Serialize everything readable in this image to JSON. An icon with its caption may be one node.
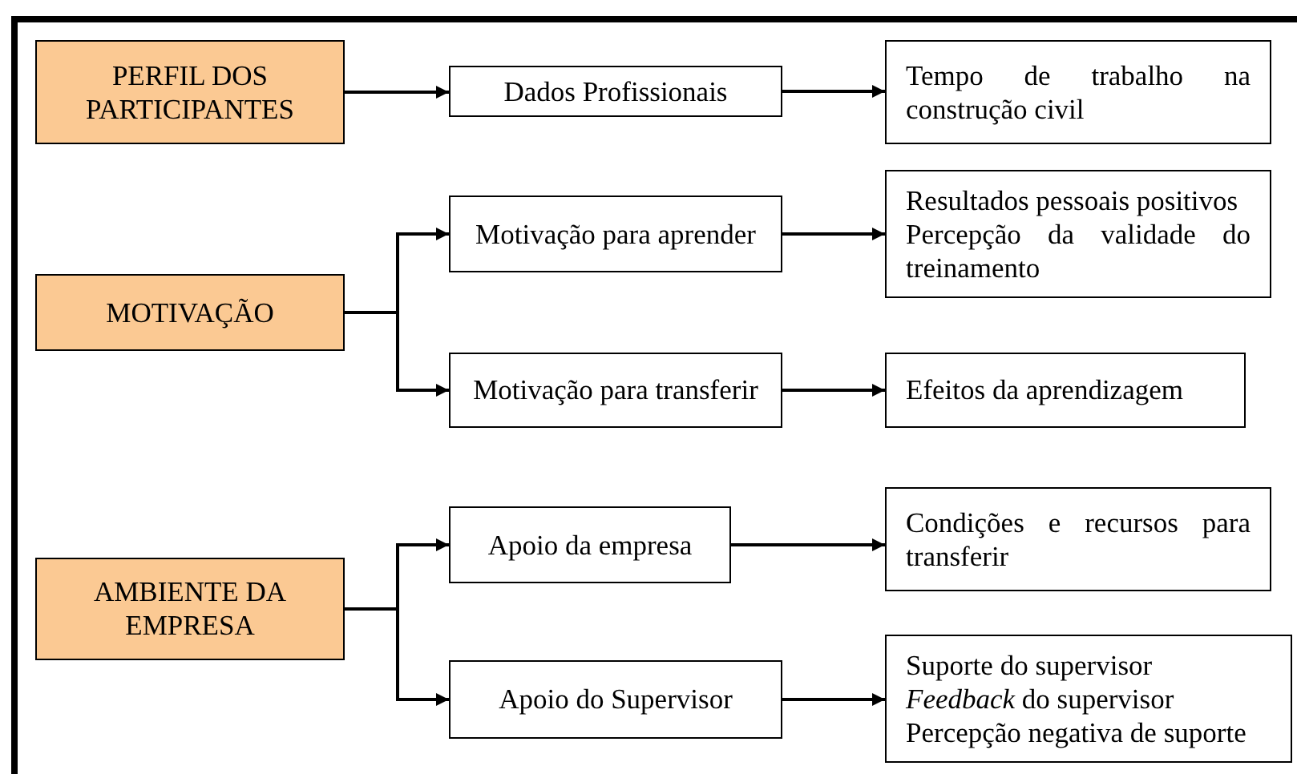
{
  "diagram": {
    "nodes": [
      {
        "text": [
          "PERFIL DOS PARTICIPANTES"
        ]
      },
      {
        "text": [
          "Dados Profissionais"
        ]
      },
      {
        "text": [
          "Tempo de trabalho na construção civil"
        ]
      },
      {
        "text": [
          "MOTIVAÇÃO"
        ]
      },
      {
        "text": [
          "Motivação para aprender"
        ]
      },
      {
        "text": [
          "Resultados pessoais positivos",
          "Percepção da validade do treinamento"
        ]
      },
      {
        "text": [
          "Motivação para transferir"
        ]
      },
      {
        "text": [
          "Efeitos da aprendizagem"
        ]
      },
      {
        "text": [
          "AMBIENTE DA EMPRESA"
        ]
      },
      {
        "text": [
          "Apoio da empresa"
        ]
      },
      {
        "text": [
          "Condições e recursos para transferir"
        ]
      },
      {
        "text": [
          "Apoio do Supervisor"
        ]
      },
      {
        "text": [
          "Suporte do supervisor",
          "*Feedback* do supervisor",
          "Percepção negativa de suporte"
        ]
      }
    ],
    "edges": [
      {
        "from": 0,
        "to": 1,
        "arrow": "to"
      },
      {
        "from": 1,
        "to": 2,
        "arrow": "to"
      },
      {
        "from": 3,
        "to": 4,
        "arrow": "to"
      },
      {
        "from": 3,
        "to": 6,
        "arrow": "to"
      },
      {
        "from": 4,
        "to": 5,
        "arrow": "to"
      },
      {
        "from": 6,
        "to": 7,
        "arrow": "to"
      },
      {
        "from": 8,
        "to": 9,
        "arrow": "to"
      },
      {
        "from": 8,
        "to": 11,
        "arrow": "to"
      },
      {
        "from": 9,
        "to": 10,
        "arrow": "to"
      },
      {
        "from": 11,
        "to": 12,
        "arrow": "to"
      }
    ]
  }
}
